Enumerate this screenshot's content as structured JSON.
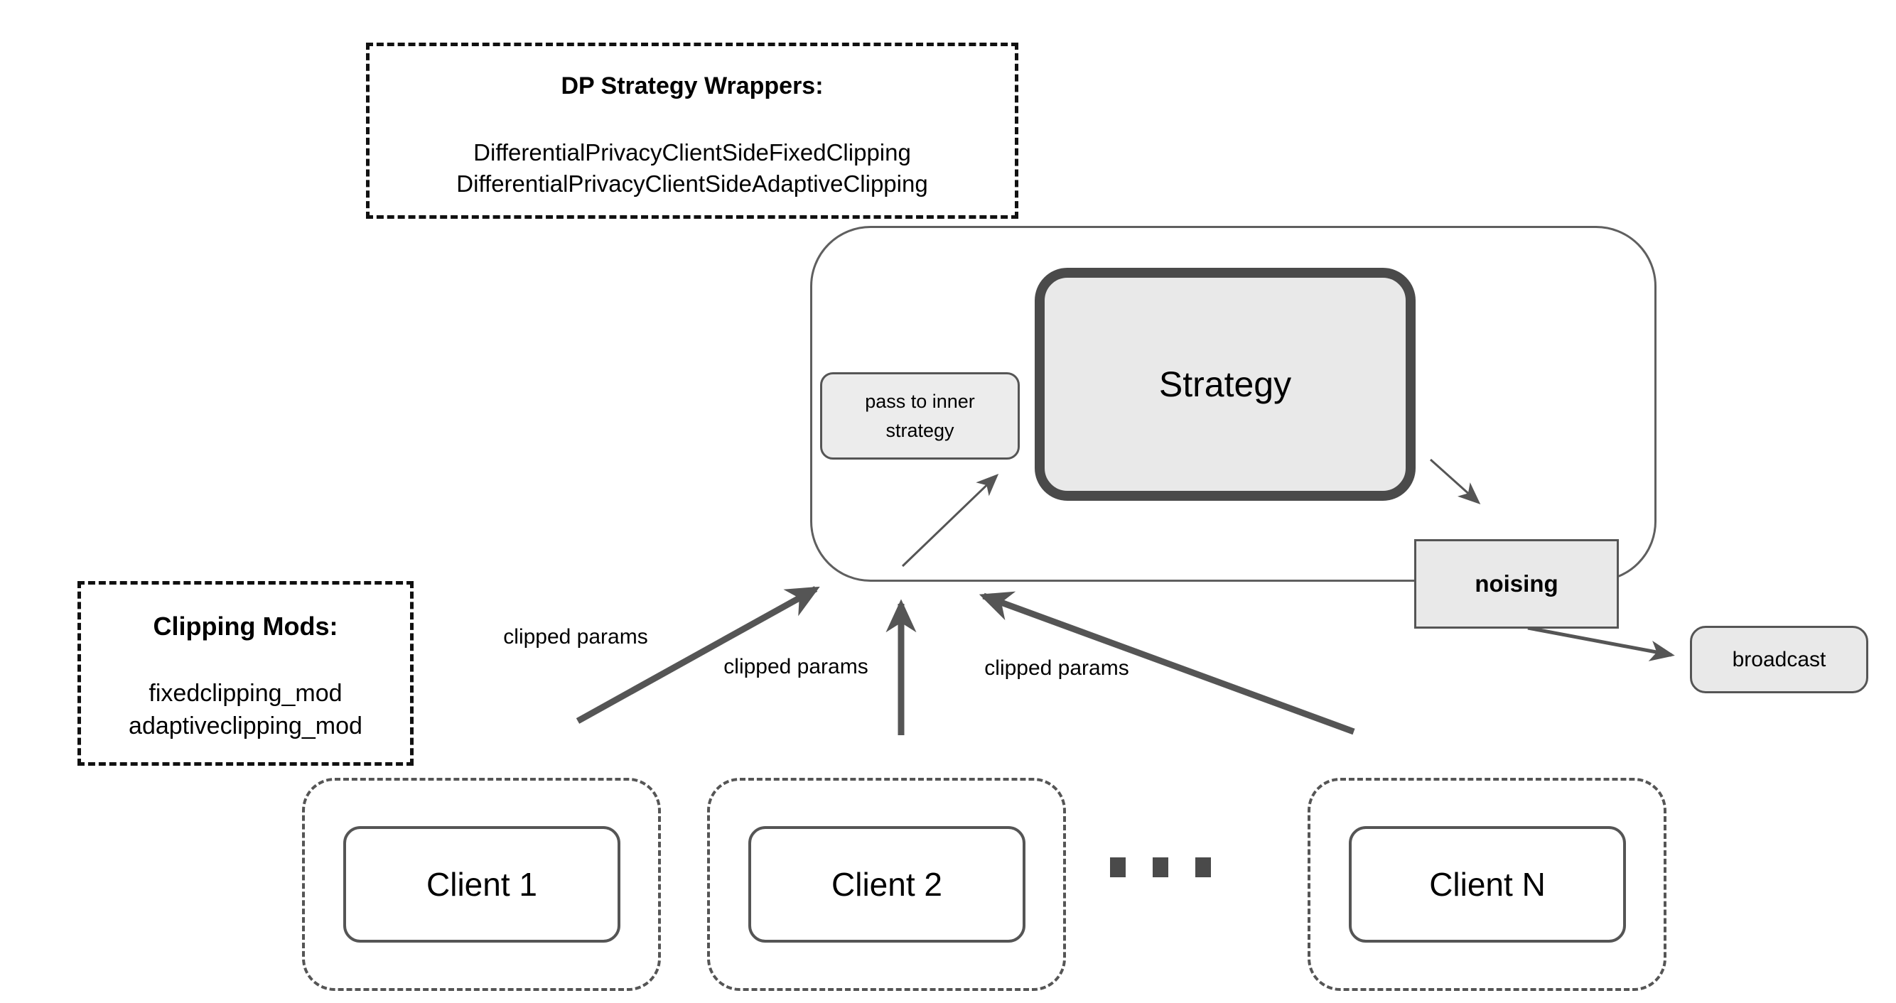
{
  "wrapper_note": {
    "title": "DP Strategy Wrappers:",
    "items": [
      "DifferentialPrivacyClientSideFixedClipping",
      "DifferentialPrivacyClientSideAdaptiveClipping"
    ]
  },
  "mods_note": {
    "title": "Clipping Mods:",
    "items": [
      "fixedclipping_mod",
      "adaptiveclipping_mod"
    ]
  },
  "server": {
    "strategy_label": "Strategy",
    "pass_to_inner_label": "pass to inner strategy",
    "noising_label": "noising",
    "broadcast_label": "broadcast"
  },
  "edge_labels": [
    "clipped params",
    "clipped params",
    "clipped params"
  ],
  "clients": [
    "Client 1",
    "Client 2",
    "Client N"
  ],
  "icons": {
    "ellipsis": "three-square-dots"
  },
  "colors": {
    "line_gray": "#555555",
    "container_border": "#5f5f5f",
    "strategy_border": "#4a4a4a",
    "box_fill_light": "#e9e9e9",
    "note_dash_black": "#111111",
    "text": "#000000"
  }
}
